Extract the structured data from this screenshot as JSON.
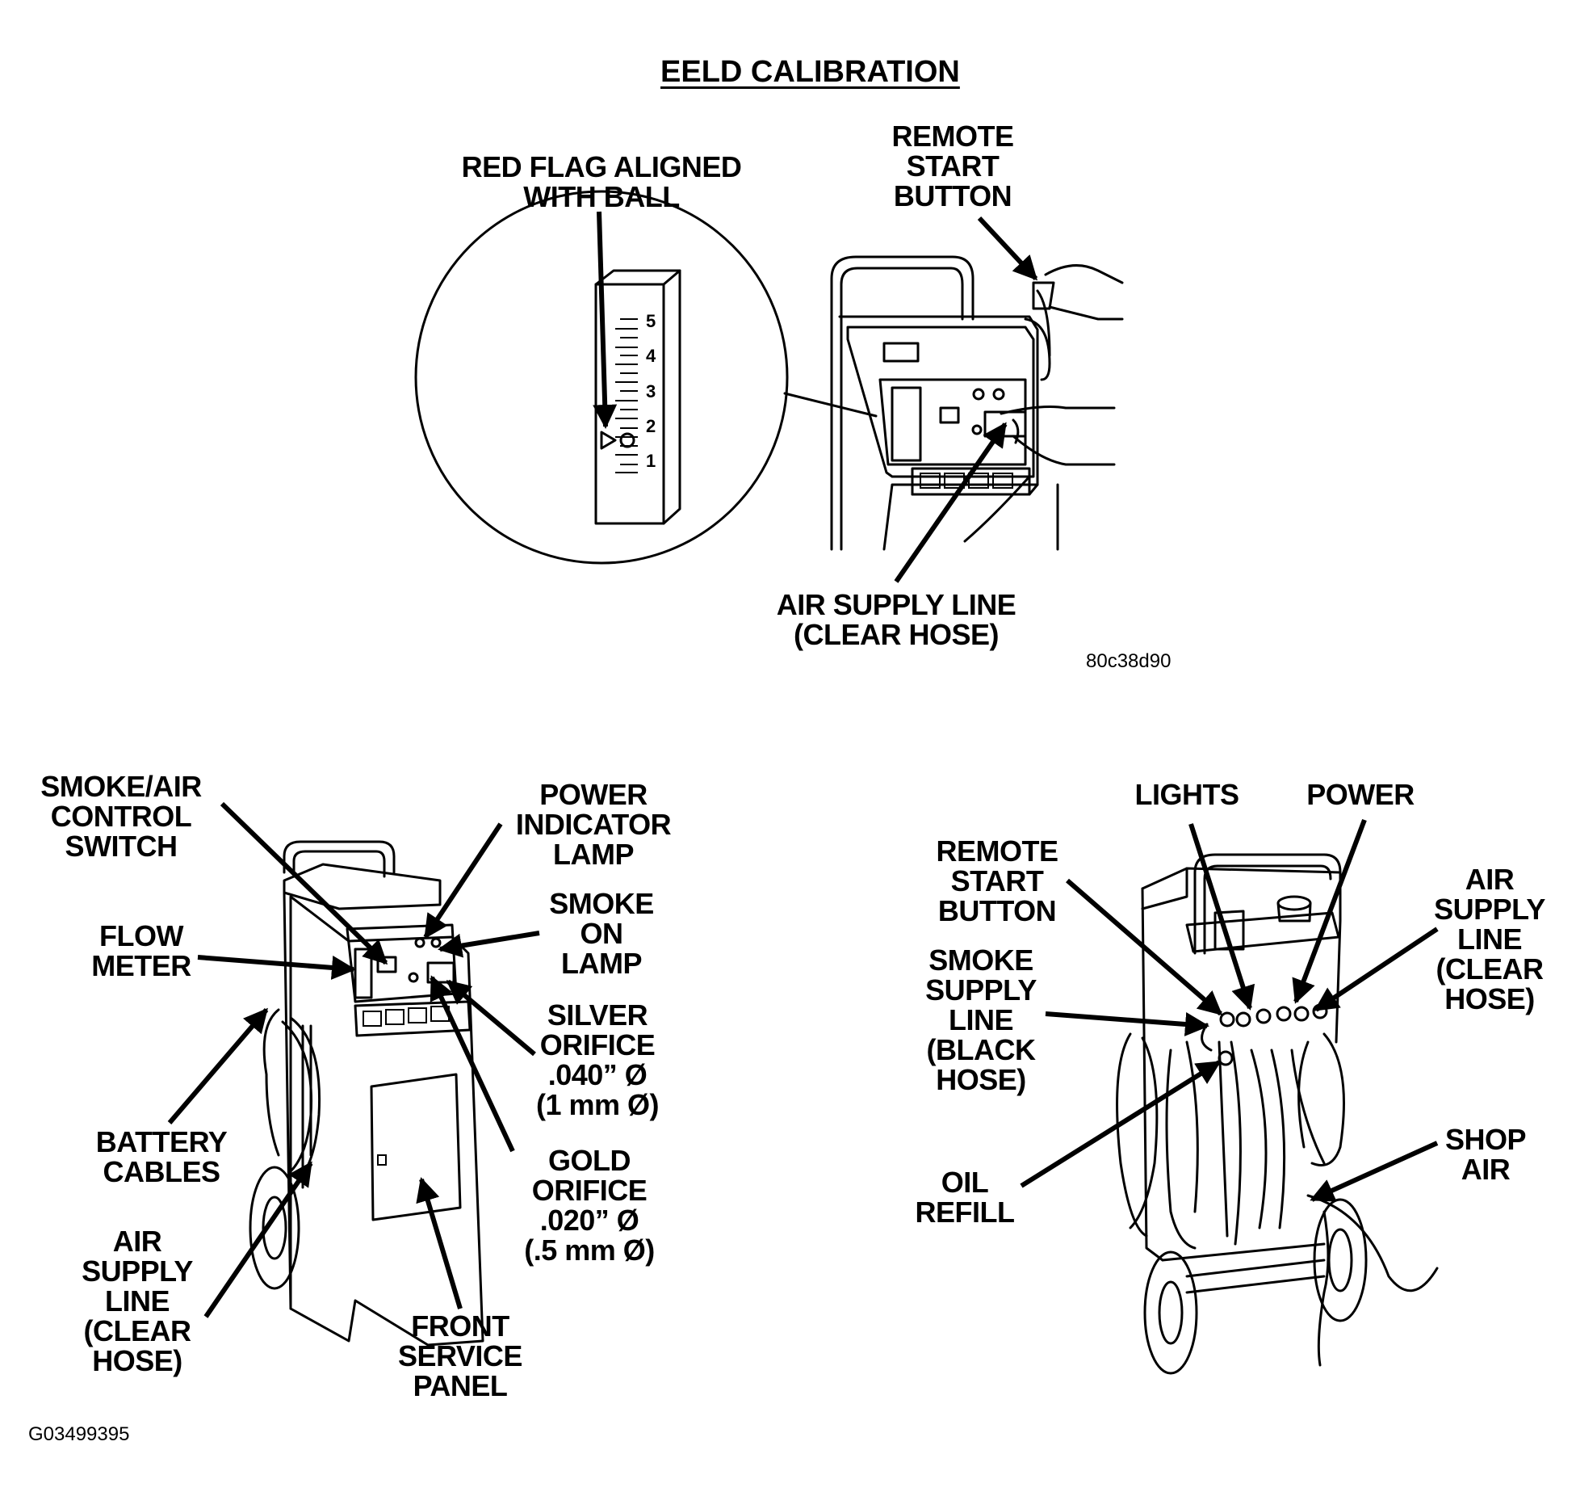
{
  "title": "EELD CALIBRATION",
  "top": {
    "red_flag_label": "RED FLAG ALIGNED\nWITH BALL",
    "remote_start_label": "REMOTE\nSTART\nBUTTON",
    "air_supply_label": "AIR SUPPLY LINE\n(CLEAR HOSE)",
    "figure_code": "80c38d90",
    "scale_marks": [
      "5",
      "4",
      "3",
      "2",
      "1"
    ]
  },
  "left": {
    "smoke_air_switch": "SMOKE/AIR\nCONTROL\nSWITCH",
    "power_lamp": "POWER\nINDICATOR\nLAMP",
    "smoke_on_lamp": "SMOKE\nON\nLAMP",
    "flow_meter": "FLOW\nMETER",
    "silver_orifice": "SILVER\nORIFICE\n.040” Ø\n(1 mm Ø)",
    "gold_orifice": "GOLD\nORIFICE\n.020” Ø\n(.5 mm Ø)",
    "battery_cables": "BATTERY\nCABLES",
    "air_supply_line": "AIR\nSUPPLY\nLINE\n(CLEAR\nHOSE)",
    "front_service_panel": "FRONT\nSERVICE\nPANEL"
  },
  "right": {
    "lights": "LIGHTS",
    "power": "POWER",
    "remote_start": "REMOTE\nSTART\nBUTTON",
    "smoke_supply_line": "SMOKE\nSUPPLY\nLINE\n(BLACK\nHOSE)",
    "air_supply_line": "AIR\nSUPPLY\nLINE\n(CLEAR\nHOSE)",
    "oil_refill": "OIL\nREFILL",
    "shop_air": "SHOP\nAIR"
  },
  "footer_code": "G03499395"
}
